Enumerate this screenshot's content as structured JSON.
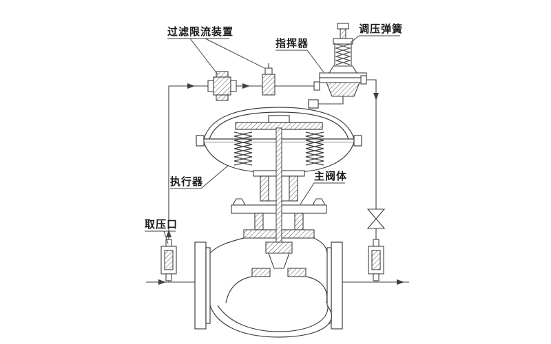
{
  "diagram": {
    "type": "technical-schematic",
    "subject": "self-operated pressure regulating valve with pilot and actuator",
    "labels": {
      "filter_restrictor": "过滤限流装置",
      "pilot": "指挥器",
      "pressure_spring": "调压弹簧",
      "actuator": "执行器",
      "main_valve_body": "主阀体",
      "pressure_tap": "取压口"
    },
    "colors": {
      "line": "#3f3f3f",
      "label_text": "#1c1c1c",
      "background": "#ffffff"
    }
  }
}
